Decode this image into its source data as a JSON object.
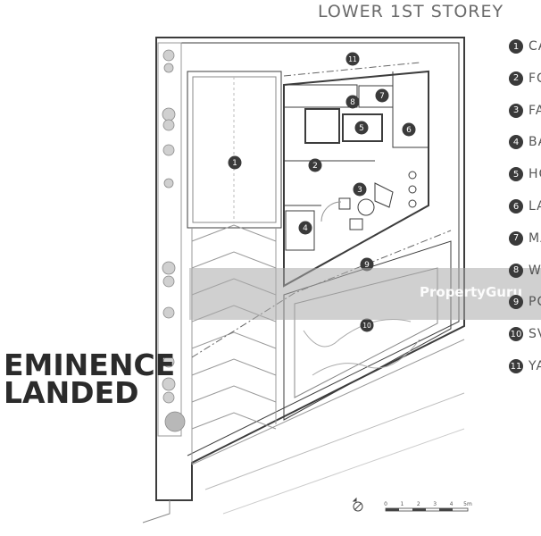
{
  "title": "LOWER 1ST STOREY",
  "brand": {
    "line1": "EMINENCE",
    "line2": "LANDED"
  },
  "legend": [
    {
      "num": "1",
      "text": "CA"
    },
    {
      "num": "2",
      "text": "FC"
    },
    {
      "num": "3",
      "text": "FA"
    },
    {
      "num": "4",
      "text": "BA"
    },
    {
      "num": "5",
      "text": "HO"
    },
    {
      "num": "6",
      "text": "LA"
    },
    {
      "num": "7",
      "text": "MA"
    },
    {
      "num": "8",
      "text": "W"
    },
    {
      "num": "9",
      "text": "PC"
    },
    {
      "num": "10",
      "text": "SV"
    },
    {
      "num": "11",
      "text": "YA"
    }
  ],
  "scale": {
    "ticks": [
      "0",
      "1",
      "2",
      "3",
      "4",
      "5m"
    ]
  },
  "watermark": "PropertyGuru",
  "colors": {
    "line": "#3c3c3c",
    "marker": "#3a3a3a",
    "band": "#aaaaaa"
  }
}
